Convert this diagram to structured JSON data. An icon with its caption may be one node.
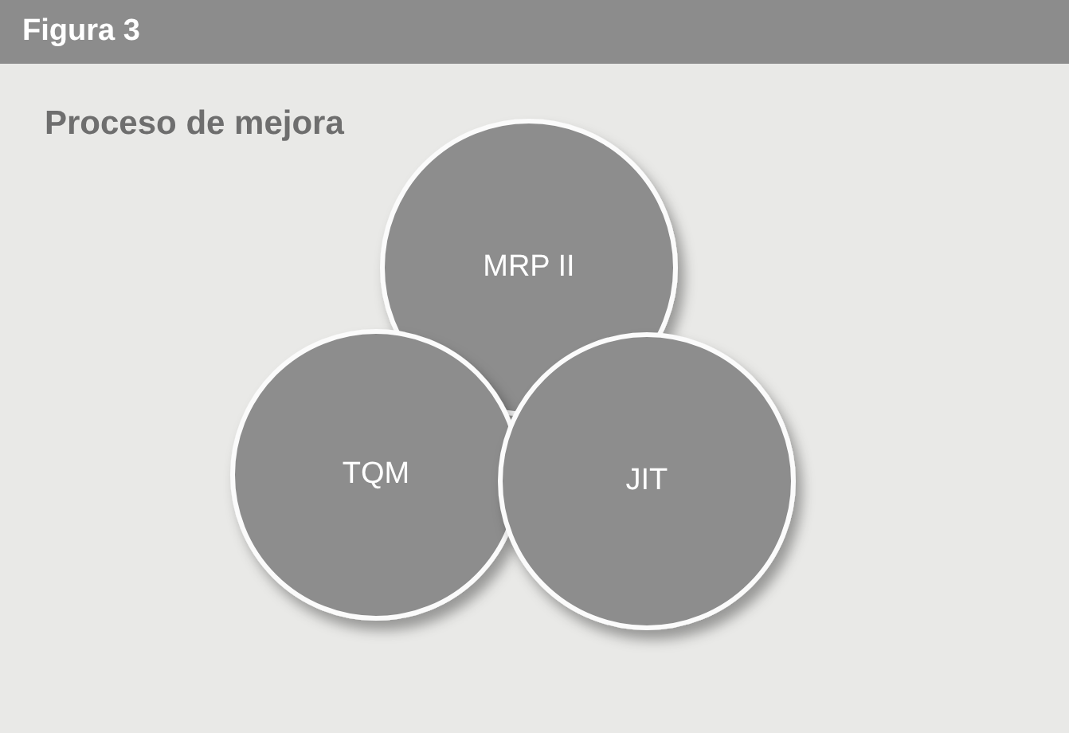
{
  "diagram": {
    "title": "Proceso de mejora",
    "nodes": [
      {
        "text": [
          "MRP II"
        ]
      },
      {
        "text": [
          "TQM"
        ]
      },
      {
        "text": [
          "JIT"
        ]
      }
    ],
    "labels": [
      "Figura 3"
    ]
  }
}
